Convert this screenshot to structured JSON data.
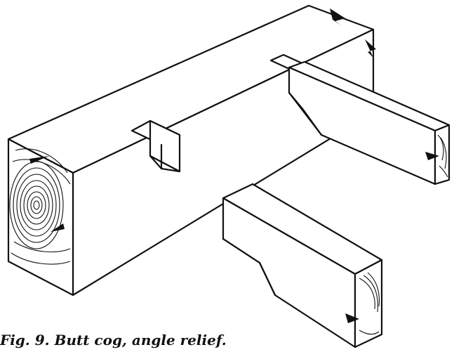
{
  "figure": {
    "caption": "Fig. 9. Butt cog, angle relief."
  },
  "colors": {
    "ink": "#111111",
    "paper": "#ffffff"
  },
  "parts": [
    "main-timber",
    "cog-notch",
    "joist-installed",
    "joist-detached"
  ]
}
